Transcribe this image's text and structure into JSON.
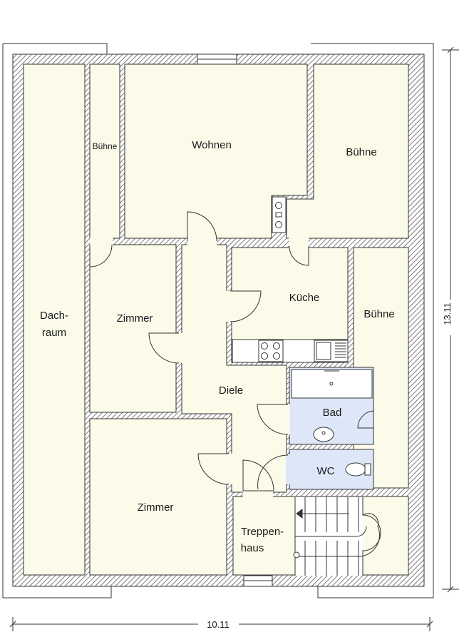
{
  "colors": {
    "floor": "#fcfbe9",
    "wet_room": "#dde7f8",
    "wall_hatch": "#5a5a5a",
    "line": "#222222"
  },
  "rooms": {
    "dachraum_line1": "Dach-",
    "dachraum_line2": "raum",
    "buehne_narrow": "Bühne",
    "wohnen": "Wohnen",
    "buehne_top_right": "Bühne",
    "zimmer_upper": "Zimmer",
    "kueche": "Küche",
    "buehne_right": "Bühne",
    "diele": "Diele",
    "bad": "Bad",
    "wc": "WC",
    "zimmer_lower": "Zimmer",
    "treppenhaus_line1": "Treppen-",
    "treppenhaus_line2": "haus"
  },
  "dimensions": {
    "width": "10.11",
    "height": "13.11"
  }
}
